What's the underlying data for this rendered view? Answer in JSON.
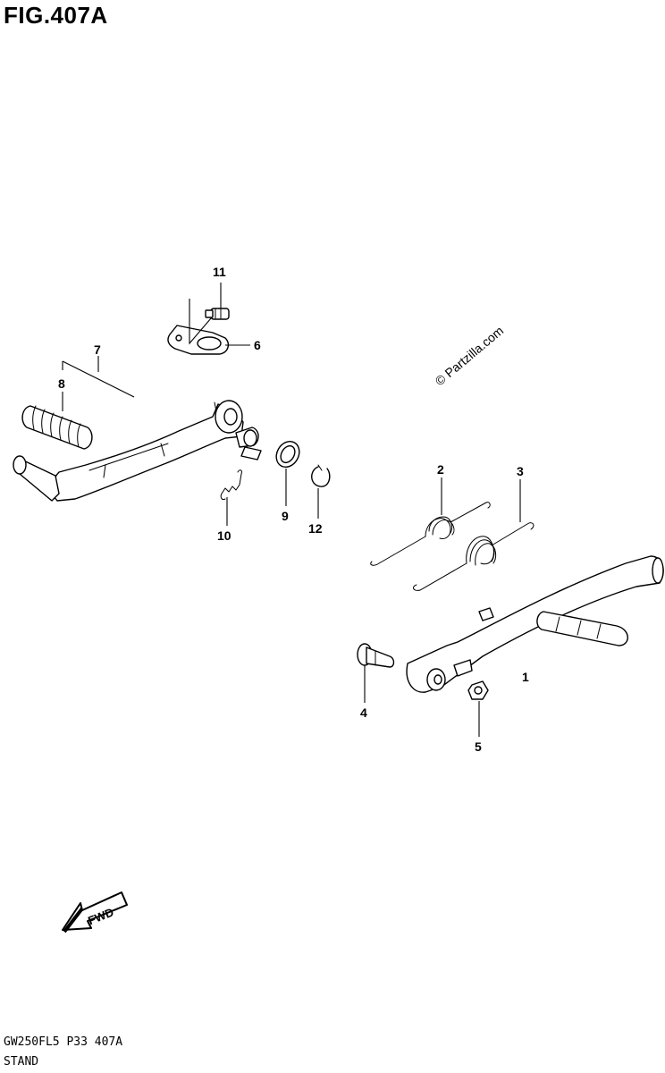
{
  "figure": {
    "title": "FIG.407A",
    "code": "GW250FL5 P33 407A",
    "name": "STAND",
    "watermark": "© Partzilla.com",
    "fwd_label": "FWD"
  },
  "callouts": [
    "1",
    "2",
    "3",
    "4",
    "5",
    "6",
    "7",
    "8",
    "9",
    "10",
    "11",
    "12"
  ]
}
